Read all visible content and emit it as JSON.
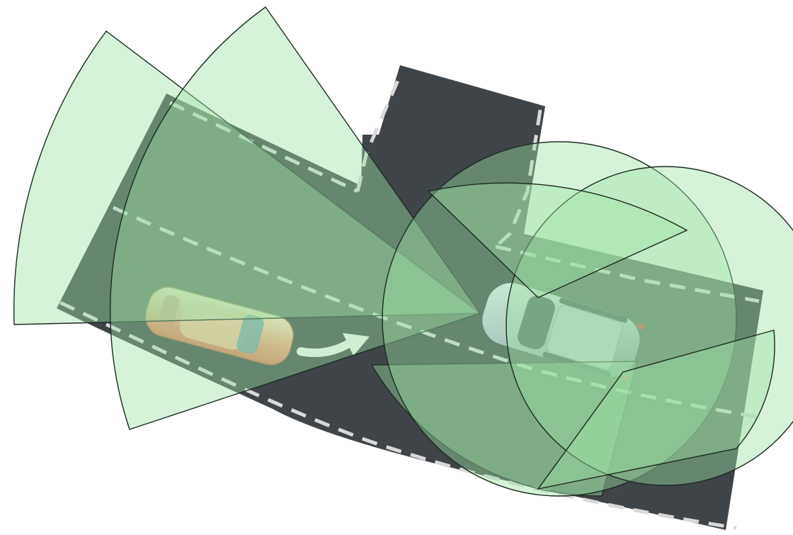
{
  "palette": {
    "background": "#ffffff",
    "road": "#3f4449",
    "lane_marking": "#d9d9d9",
    "sensor_zone_fill": "#9ee3a6",
    "sensor_zone_outline": "#1e2a22",
    "ego_vehicle_body": "#b9c3d6",
    "ego_vehicle_glass": "#2c3442",
    "other_vehicle_body": "#f0a57a",
    "sensor_marker": "#d01f1f",
    "motion_arrow": "#f4f7f3"
  },
  "scene": {
    "ego_vehicle": "silver-car-top-view",
    "other_vehicle": "orange-car-top-view",
    "motion_arrow": "curved-arrow-icon",
    "sensor_zone_shapes": [
      "sector",
      "sector",
      "sector",
      "circle",
      "circle",
      "sector",
      "sector"
    ]
  }
}
